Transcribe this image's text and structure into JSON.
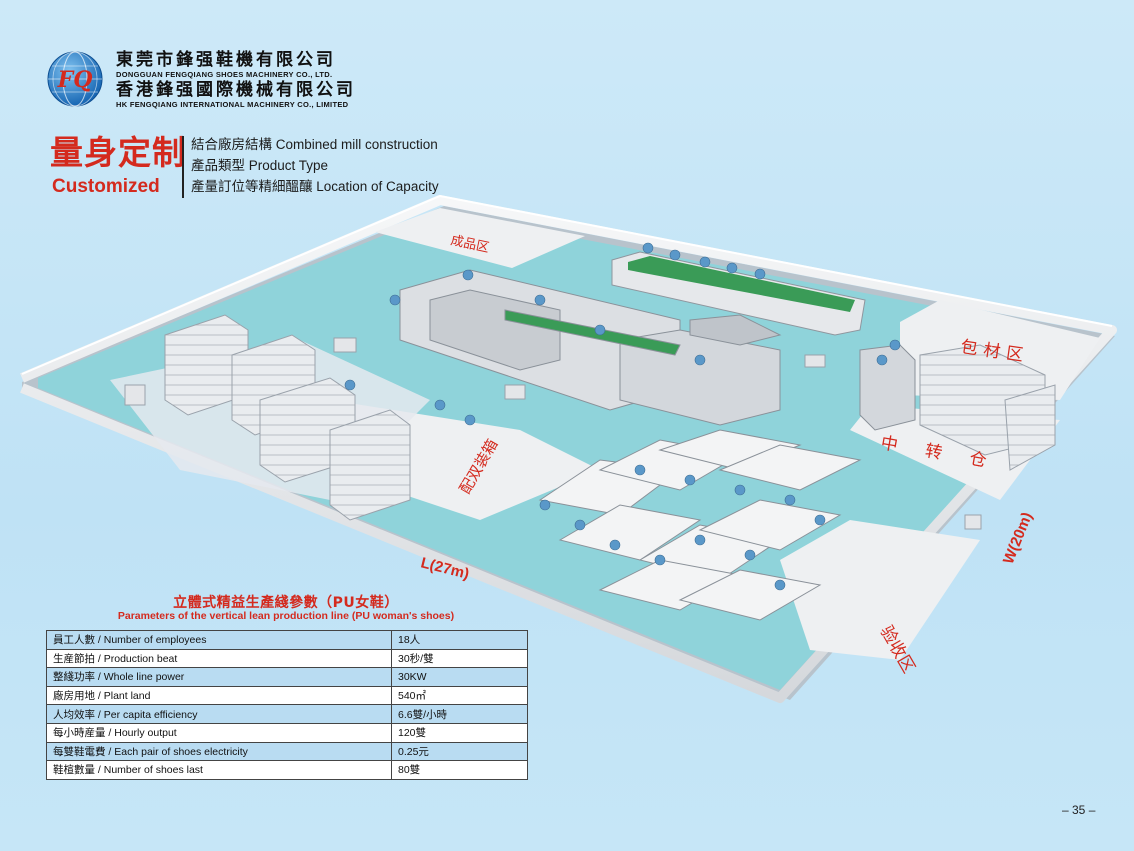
{
  "header": {
    "company_cn_1": "東莞市鋒强鞋機有限公司",
    "company_en_1": "DONGGUAN FENGQIANG SHOES MACHINERY CO., LTD.",
    "company_cn_2": "香港鋒强國際機械有限公司",
    "company_en_2": "HK FENGQIANG INTERNATIONAL MACHINERY CO., LIMITED",
    "logo_text": "FQ"
  },
  "customized": {
    "title_cn": "量身定制",
    "title_en": "Customized",
    "features": [
      "結合廠房結構  Combined mill construction",
      "產品類型  Product Type",
      "產量訂位等精細醞釀  Location of Capacity"
    ]
  },
  "plan": {
    "zone_finished": "成品区",
    "zone_packing_material": "包材区",
    "zone_transit": "中转仓",
    "zone_pairing": "配双装箱",
    "zone_inspection": "验收区",
    "dim_length": "L(27m)",
    "dim_width": "W(20m)"
  },
  "table": {
    "title_cn": "立體式精益生產綫參數（PU女鞋）",
    "title_en": "Parameters of the vertical lean production line (PU woman's shoes)",
    "rows": [
      {
        "label": "員工人數 / Number of employees",
        "value": "18人"
      },
      {
        "label": "生産節拍 / Production beat",
        "value": "30秒/雙"
      },
      {
        "label": "整綫功率 / Whole line power",
        "value": "30KW"
      },
      {
        "label": "廠房用地 / Plant land",
        "value": "540㎡"
      },
      {
        "label": "人均效率 / Per capita efficiency",
        "value": "6.6雙/小時"
      },
      {
        "label": "每小時産量 / Hourly output",
        "value": "120雙"
      },
      {
        "label": "每雙鞋電費 / Each pair of shoes electricity",
        "value": "0.25元"
      },
      {
        "label": "鞋楦數量 / Number of shoes last",
        "value": "80雙"
      }
    ]
  },
  "footer": {
    "page_number": "– 35 –"
  },
  "colors": {
    "accent_red": "#d42a1e",
    "floor_teal": "#8fd3da",
    "wall_white": "#eef0f2",
    "background": "#c4e4f6"
  }
}
